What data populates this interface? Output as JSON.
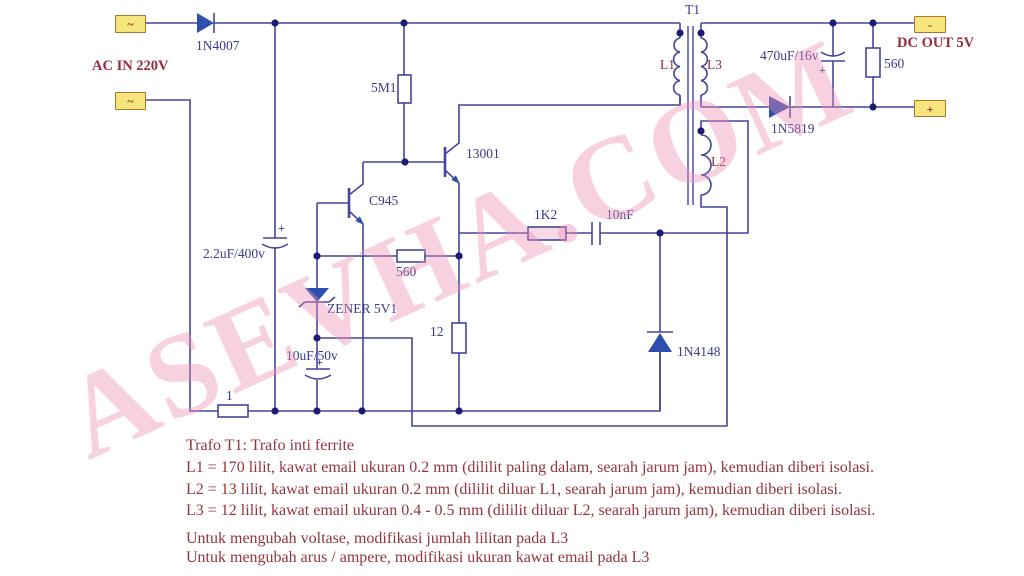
{
  "io": {
    "ac_in": "AC IN 220V",
    "dc_out": "DC OUT 5V"
  },
  "terminals": {
    "ac_top": "~",
    "ac_bottom": "~",
    "dc_minus": "-",
    "dc_plus": "+"
  },
  "components": {
    "d_input": "1N4007",
    "transformer": "T1",
    "r_start": "5M1",
    "q_main": "13001",
    "q_drive": "C945",
    "r_fb": "1K2",
    "c_fb": "10nF",
    "r_base": "560",
    "zener": "ZENER 5V1",
    "r_sense": "12",
    "c_supply": "10uF/50v",
    "c_bulk": "2.2uF/400v",
    "r_in": "1",
    "d_fb": "1N4148",
    "d_out": "1N5819",
    "c_out": "470uF/16v",
    "r_load": "560",
    "l1": "L1",
    "l2": "L2",
    "l3": "L3"
  },
  "polarity": {
    "c_bulk": "+",
    "c_supply": "+",
    "c_out": "+"
  },
  "notes": {
    "title": "Trafo T1: Trafo inti ferrite",
    "winding_lines": [
      "L1 = 170 lilit, kawat email ukuran 0.2 mm (dililit paling dalam, searah jarum jam), kemudian diberi isolasi.",
      "L2 = 13 lilit, kawat email ukuran 0.2 mm (dililit diluar L1, searah jarum jam), kemudian diberi isolasi.",
      "L3 = 12 lilit, kawat email ukuran 0.4 - 0.5 mm (dililit diluar L2, searah jarum jam), kemudian diberi isolasi."
    ],
    "mod_lines": [
      "Untuk mengubah voltase, modifikasi jumlah lilitan pada L3",
      "Untuk mengubah arus / ampere, modifikasi ukuran kawat email pada L3"
    ]
  },
  "watermark": "ASEVHA.COM",
  "colors": {
    "wire": "#45459a",
    "diode_fill": "#2f4fae",
    "junction": "#1c1c74",
    "label_blue": "#3b3b8e",
    "label_red": "#942c3a",
    "terminal_fill": "#f6e47c",
    "terminal_border": "#a9742e",
    "resistor_fb_fill": "#f7d9e6",
    "watermark_pink": "#ee8fb4",
    "notes_red": "#93353c"
  }
}
